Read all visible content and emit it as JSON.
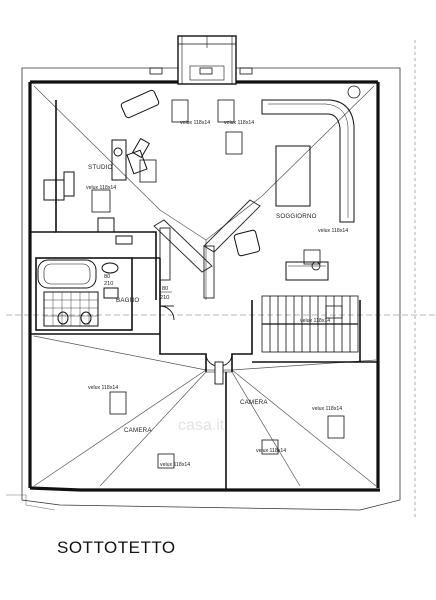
{
  "title": "SOTTOTETTO",
  "rooms": {
    "studio": "STUDIO",
    "soggiorno": "SOGGIORNO",
    "bagno": "BAGNO",
    "camera_left": "CAMERA",
    "camera_right": "CAMERA"
  },
  "skylights": {
    "studio": "velux 118x14",
    "top_left": "velux 118x14",
    "top_right": "velux 118x14",
    "soggiorno": "velux 118x14",
    "stair": "velux 118x14",
    "camera_left": "velux 118x14",
    "camera_right": "velux 118x14",
    "bottom_left": "velux 118x14",
    "bottom_right": "velux 118x14"
  },
  "door_labels": {
    "bagno_w": "80",
    "bagno_h": "210",
    "wc_w": "80",
    "wc_h": "210"
  },
  "watermark": "casa.it"
}
